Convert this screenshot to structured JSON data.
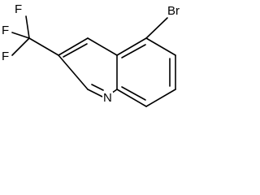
{
  "molecule": {
    "atoms": {
      "bromine": "Br",
      "fluorine_1": "F",
      "fluorine_2": "F",
      "fluorine_3": "F",
      "nitrogen": "N"
    }
  },
  "colors": {
    "bond": "#000000",
    "label": "#000000",
    "background": "#ffffff"
  }
}
